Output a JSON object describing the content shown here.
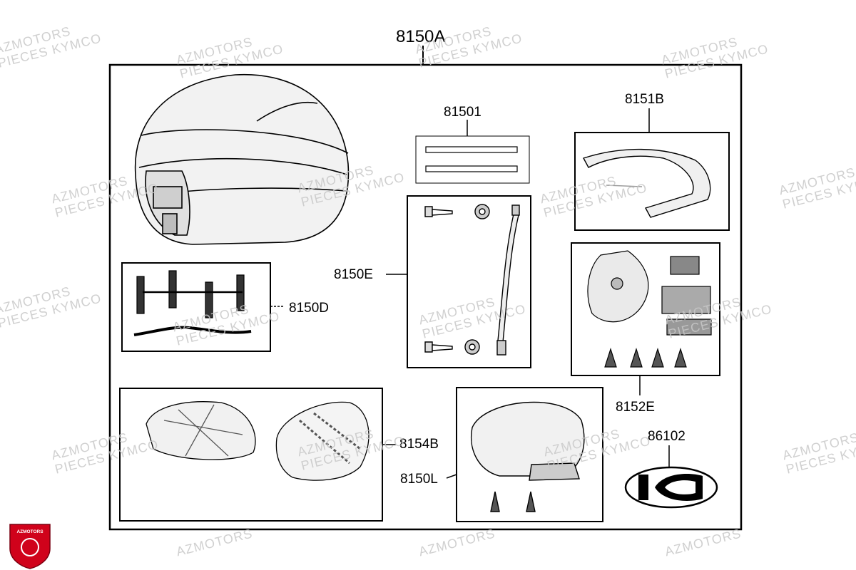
{
  "diagram": {
    "title": "8150A",
    "parts": {
      "p81501": "81501",
      "p8151B": "8151B",
      "p8150E": "8150E",
      "p8150D": "8150D",
      "p8152E": "8152E",
      "p8154B": "8154B",
      "p8150L": "8150L",
      "p86102": "86102"
    }
  },
  "watermark": {
    "line1": "AZMOTORS",
    "line2": "PIECES KYMCO"
  },
  "logo": {
    "text": "AZMOTORS",
    "color": "#d0021b"
  }
}
